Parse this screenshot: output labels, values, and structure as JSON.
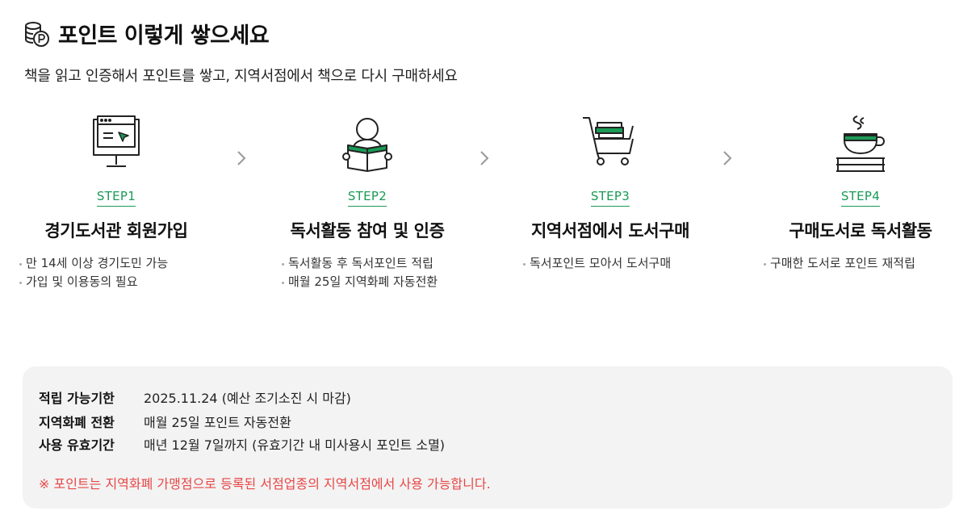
{
  "header": {
    "title": "포인트 이렇게 쌓으세요",
    "subtitle": "책을 읽고 인증해서 포인트를 쌓고, 지역서점에서 책으로 다시 구매하세요",
    "icon": "coins-icon"
  },
  "steps": [
    {
      "label": "STEP1",
      "title": "경기도서관 회원가입",
      "icon": "computer-signup-icon",
      "bullets": [
        "만 14세 이상 경기도민 가능",
        "가입 및 이용동의 필요"
      ]
    },
    {
      "label": "STEP2",
      "title": "독서활동 참여 및 인증",
      "icon": "reading-person-icon",
      "bullets": [
        "독서활동 후 독서포인트 적립",
        "매월 25일 지역화폐 자동전환"
      ]
    },
    {
      "label": "STEP3",
      "title": "지역서점에서 도서구매",
      "icon": "shopping-cart-books-icon",
      "bullets": [
        "독서포인트 모아서 도서구매"
      ]
    },
    {
      "label": "STEP4",
      "title": "구매도서로 독서활동",
      "icon": "tea-cup-book-icon",
      "bullets": [
        "구매한 도서로 포인트 재적립"
      ]
    }
  ],
  "info": {
    "rows": [
      {
        "key": "적립 가능기한",
        "value": "2025.11.24 (예산 조기소진 시 마감)"
      },
      {
        "key": "지역화폐 전환",
        "value": "매월 25일 포인트 자동전환"
      },
      {
        "key": "사용 유효기간",
        "value": "매년 12월 7일까지 (유효기간 내 미사용시 포인트 소멸)"
      }
    ],
    "notice": "※ 포인트는 지역화폐 가맹점으로 등록된 서점업종의 지역서점에서 사용 가능합니다."
  },
  "colors": {
    "accent": "#1a9a55",
    "notice": "#e84646",
    "box_bg": "#f3f3f3"
  }
}
